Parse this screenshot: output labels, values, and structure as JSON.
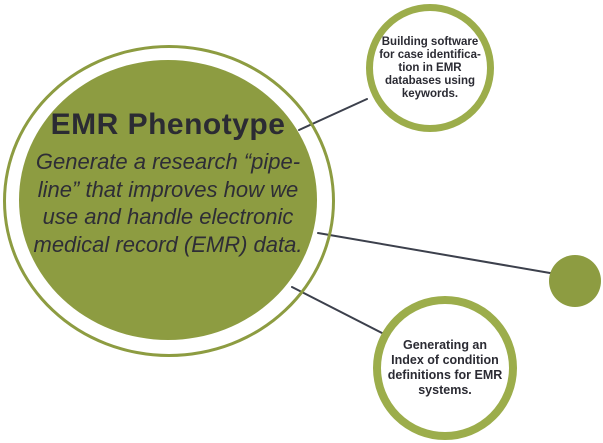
{
  "diagram": {
    "main": {
      "title": "EMR Phenotype",
      "description_lines": [
        "Generate a research “pipe-",
        "line” that improves how we",
        "use and handle electronic",
        "medical record (EMR) data."
      ]
    },
    "satellites": {
      "top": {
        "lines": [
          "Building software",
          "for case identifica-",
          "tion in EMR",
          "databases using",
          "keywords."
        ]
      },
      "bottom": {
        "lines": [
          "Generating an",
          "Index of condition",
          "definitions for EMR",
          "systems."
        ]
      }
    },
    "colors": {
      "fill_green": "#8D9C41",
      "border_green": "#9CAD4B",
      "text_dark": "#2B2B33",
      "connector": "#3C404C"
    }
  }
}
